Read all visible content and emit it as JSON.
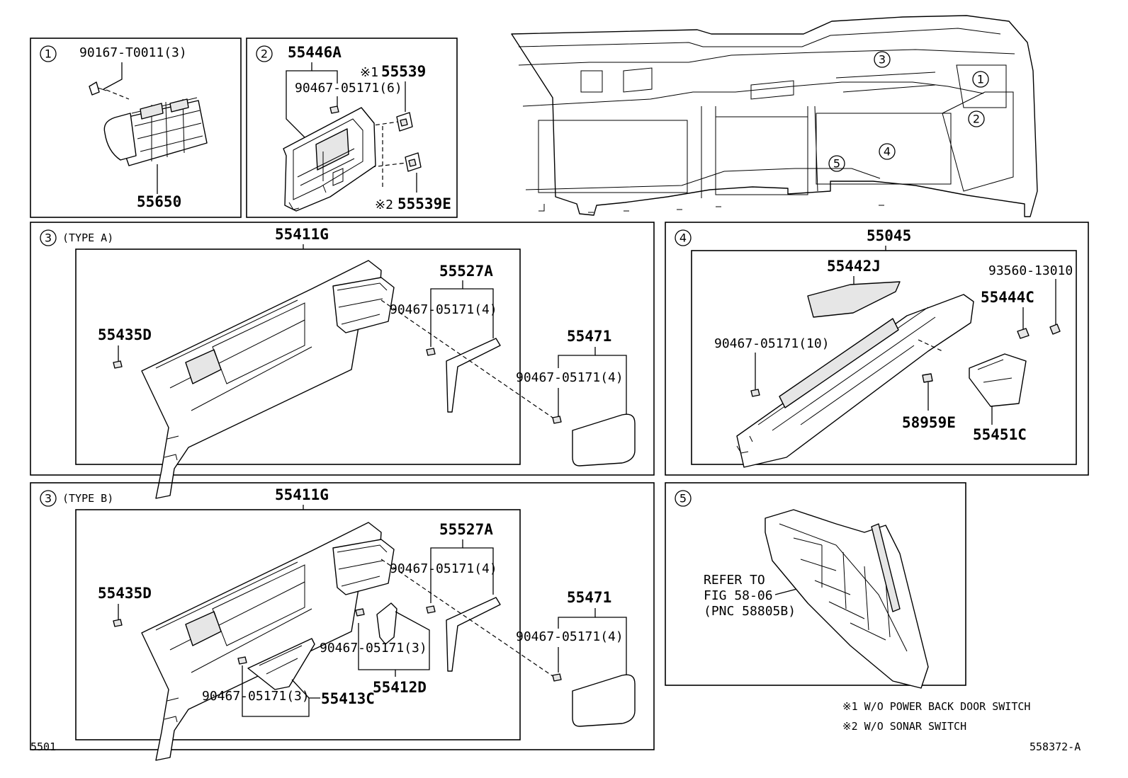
{
  "section_markers": {
    "one": "1",
    "two": "2",
    "three": "3",
    "four": "4",
    "five": "5"
  },
  "panels": {
    "panel1": {
      "marker": "1",
      "labels": {
        "screw": "90167-T0011(3)",
        "vent": "55650"
      }
    },
    "panel2": {
      "marker": "2",
      "labels": {
        "panel": "55446A",
        "clip": "90467-05171(6)",
        "switch_note": "※1",
        "switch": "55539",
        "switch_e_note": "※2",
        "switch_e": "55539E"
      }
    },
    "panel3a": {
      "marker": "3",
      "type": "(TYPE A)",
      "labels": {
        "main": "55411G",
        "clip_left": "55435D",
        "bracket": "55527A",
        "bracket_clip": "90467-05171(4)",
        "cover": "55471",
        "cover_clip": "90467-05171(4)"
      }
    },
    "panel3b": {
      "marker": "3",
      "type": "(TYPE B)",
      "labels": {
        "main": "55411G",
        "clip_left": "55435D",
        "bracket": "55527A",
        "bracket_clip": "90467-05171(4)",
        "cover": "55471",
        "cover_clip": "90467-05171(4)",
        "mid_clip": "90467-05171(3)",
        "low_clip": "90467-05171(3)",
        "part_d": "55412D",
        "part_c": "55413C"
      }
    },
    "panel4": {
      "marker": "4",
      "labels": {
        "assy": "55045",
        "upper": "55442J",
        "screw": "93560-13010",
        "latch": "55444C",
        "clip": "90467-05171(10)",
        "damper": "58959E",
        "box": "55451C"
      }
    },
    "panel5": {
      "marker": "5",
      "refer": [
        "REFER TO",
        "FIG 58-06",
        "(PNC 58805B)"
      ]
    }
  },
  "footnotes": {
    "note1": "※1 W/O POWER BACK DOOR SWITCH",
    "note2": "※2 W/O SONAR SWITCH"
  },
  "page_code": "5501",
  "figure_code": "558372-A"
}
